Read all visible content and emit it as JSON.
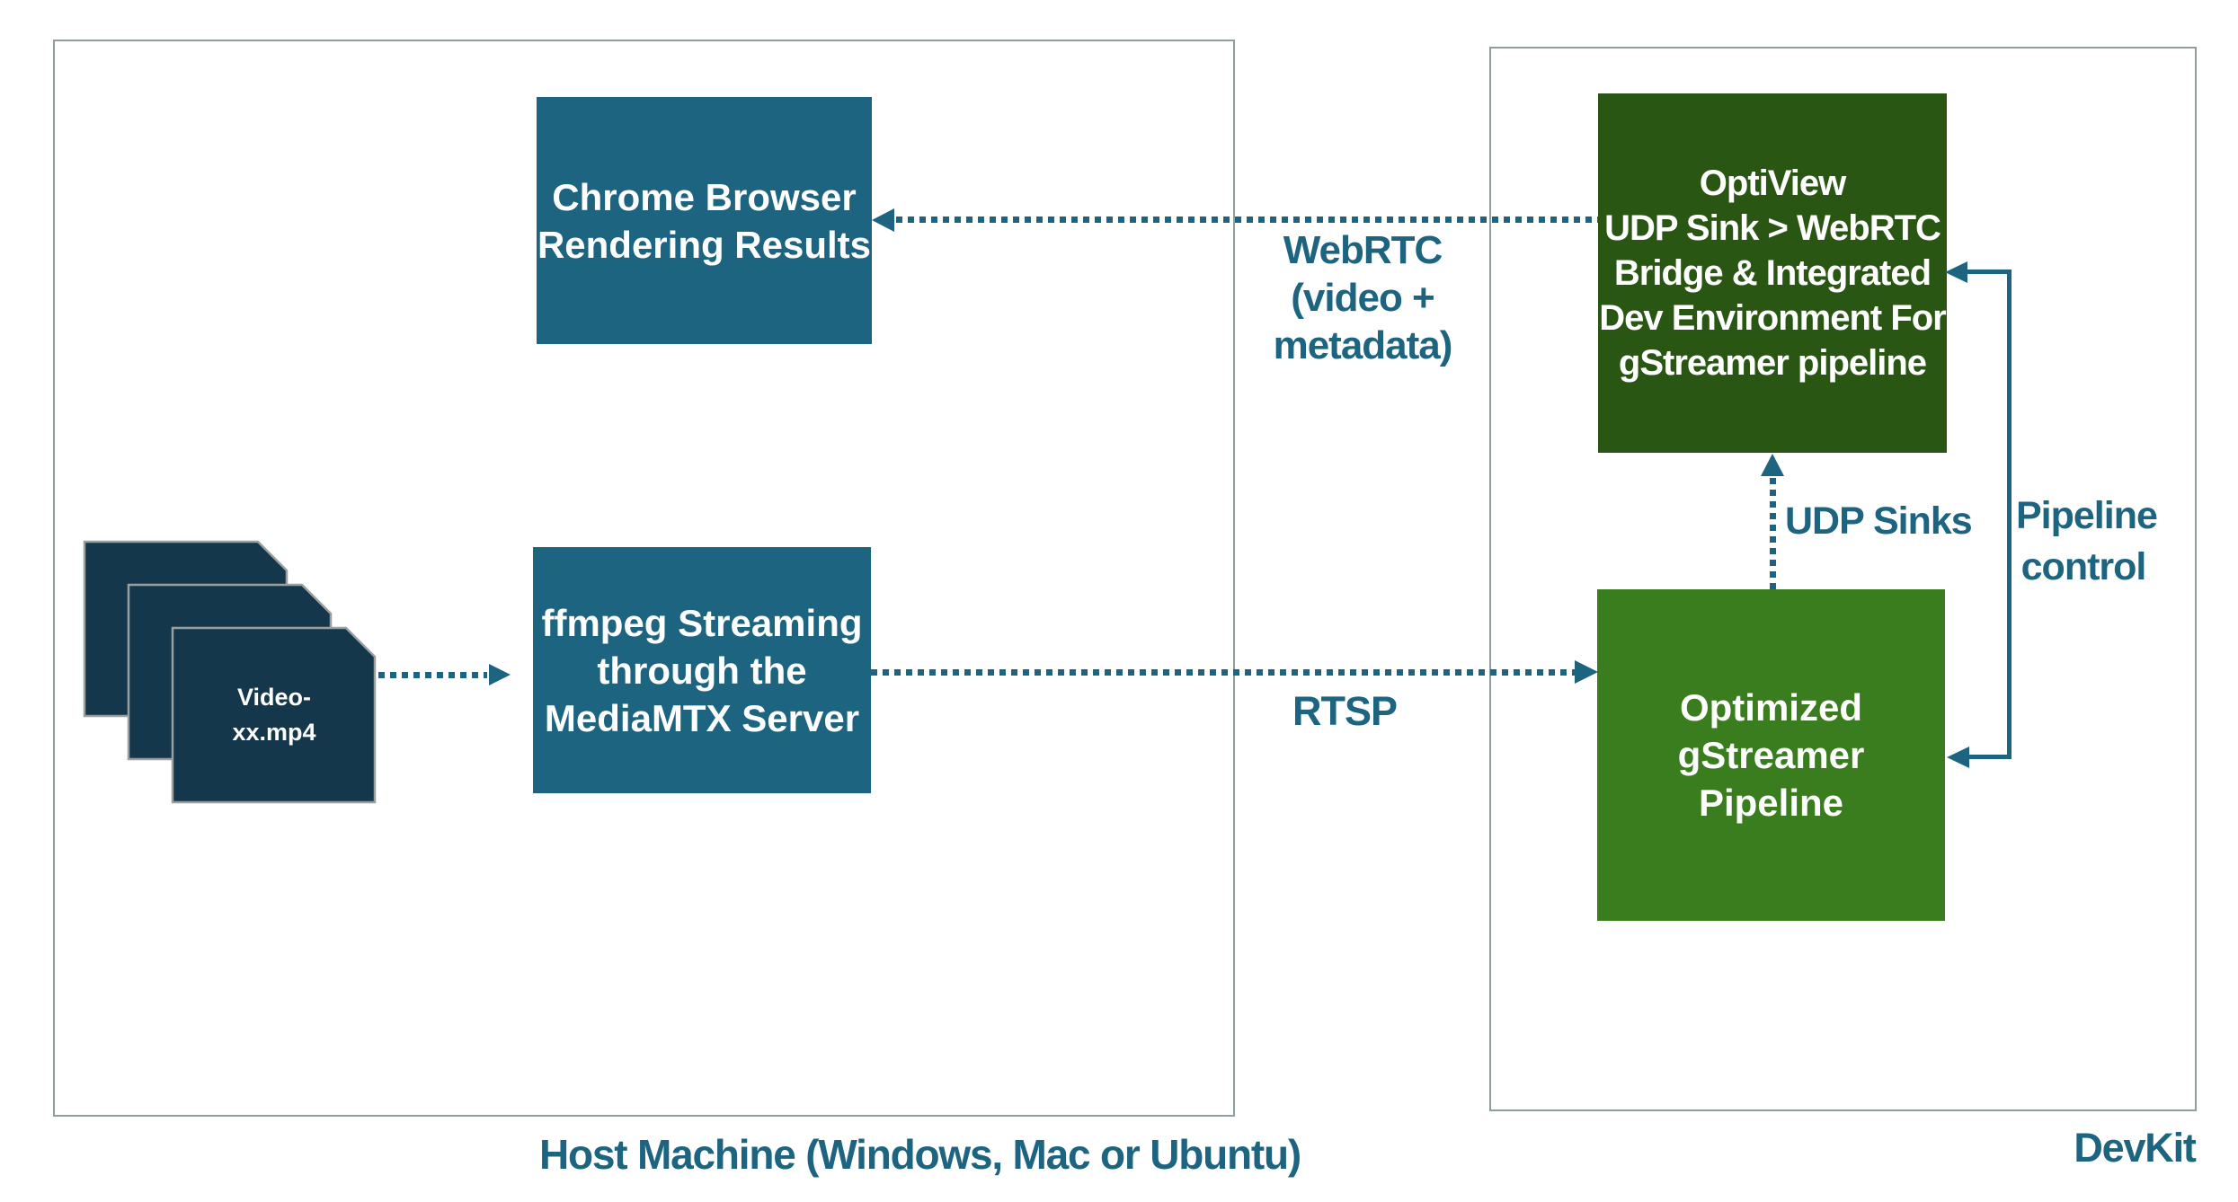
{
  "diagram_title_hint": "Video streaming pipeline architecture",
  "containers": {
    "host": {
      "label": "Host Machine (Windows, Mac or Ubuntu)"
    },
    "devkit": {
      "label": "DevKit"
    }
  },
  "nodes": {
    "chrome": {
      "label": "Chrome Browser\nRendering Results"
    },
    "ffmpeg": {
      "label": "ffmpeg Streaming\nthrough the\nMediaMTX Server"
    },
    "video_files": {
      "label": "Video-\nxx.mp4"
    },
    "optiview": {
      "label": "OptiView\nUDP Sink > WebRTC\nBridge & Integrated\nDev Environment For\ngStreamer pipeline"
    },
    "gstreamer": {
      "label": "Optimized\ngStreamer\nPipeline"
    }
  },
  "edges": {
    "webrtc": {
      "label": "WebRTC\n(video +\nmetadata)",
      "style": "dotted",
      "direction": "optiview-to-chrome"
    },
    "video_to_ffmpeg": {
      "label": "",
      "style": "dotted",
      "direction": "video-files-to-ffmpeg"
    },
    "rtsp": {
      "label": "RTSP",
      "style": "dotted",
      "direction": "ffmpeg-to-gstreamer"
    },
    "udp_sinks": {
      "label": "UDP Sinks",
      "style": "dotted",
      "direction": "gstreamer-to-optiview"
    },
    "pipeline_control": {
      "label": "Pipeline\ncontrol",
      "style": "solid",
      "direction": "into-optiview-and-gstreamer"
    }
  },
  "colors": {
    "teal": "#1d6480",
    "dark_green": "#2a5613",
    "bright_green": "#3a7d1e",
    "navy": "#15374b",
    "border_gray": "#8e9d9d",
    "file_border": "#9aa0a0",
    "label": "#1d6480"
  }
}
